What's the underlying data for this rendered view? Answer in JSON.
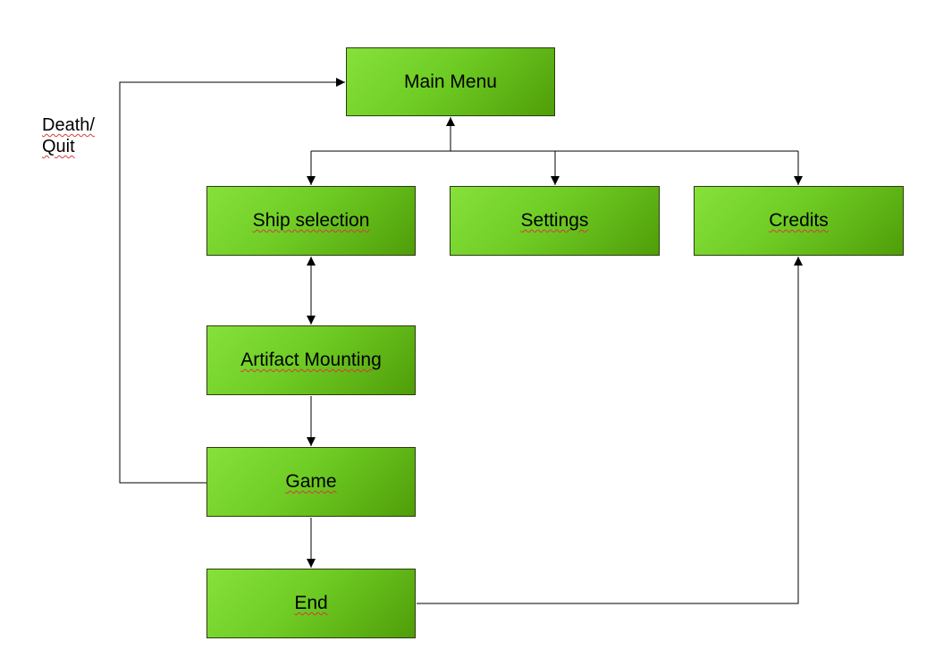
{
  "nodes": {
    "main_menu": "Main Menu",
    "ship_selection": "Ship selection",
    "settings": "Settings",
    "credits": "Credits",
    "artifact_mounting": "Artifact Mounting",
    "game": "Game",
    "end": "End"
  },
  "edge_labels": {
    "death_quit_line1": "Death/",
    "death_quit_line2": "Quit"
  },
  "colors": {
    "node_fill_light": "#86e23a",
    "node_fill_dark": "#4f9e08",
    "node_border": "#2e3a10",
    "connector": "#000000",
    "spellcheck_underline": "#d23c3c"
  }
}
